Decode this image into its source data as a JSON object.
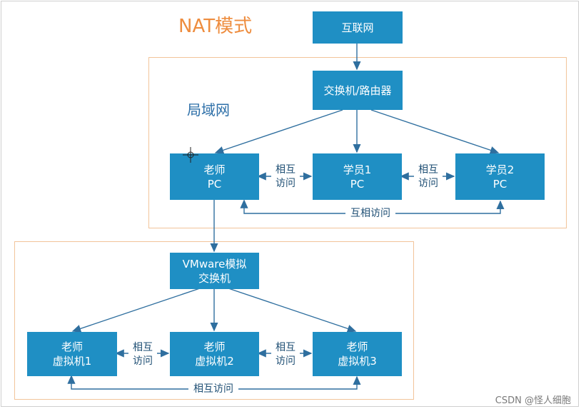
{
  "title": "NAT模式",
  "lan_label": "局域网",
  "nodes": {
    "internet": "互联网",
    "switch_router": "交换机/路由器",
    "teacher_pc": [
      "老师",
      "PC"
    ],
    "student1_pc": [
      "学员1",
      "PC"
    ],
    "student2_pc": [
      "学员2",
      "PC"
    ],
    "vmware_switch": [
      "VMware模拟",
      "交换机"
    ],
    "vm1": [
      "老师",
      "虚拟机1"
    ],
    "vm2": [
      "老师",
      "虚拟机2"
    ],
    "vm3": [
      "老师",
      "虚拟机3"
    ]
  },
  "edge_labels": {
    "mutual_access_two_line": [
      "相互",
      "访问"
    ],
    "mutual_access_pcs_bottom": "互相访问",
    "mutual_access_vms_bottom": "相互访问"
  },
  "watermark": "CSDN @怪人细胞",
  "colors": {
    "node_fill": "#1f8fc4",
    "edge": "#2f6f9f",
    "region_border": "#f2c49a",
    "title": "#ee8d3f",
    "lan_label": "#2d6fa8"
  }
}
